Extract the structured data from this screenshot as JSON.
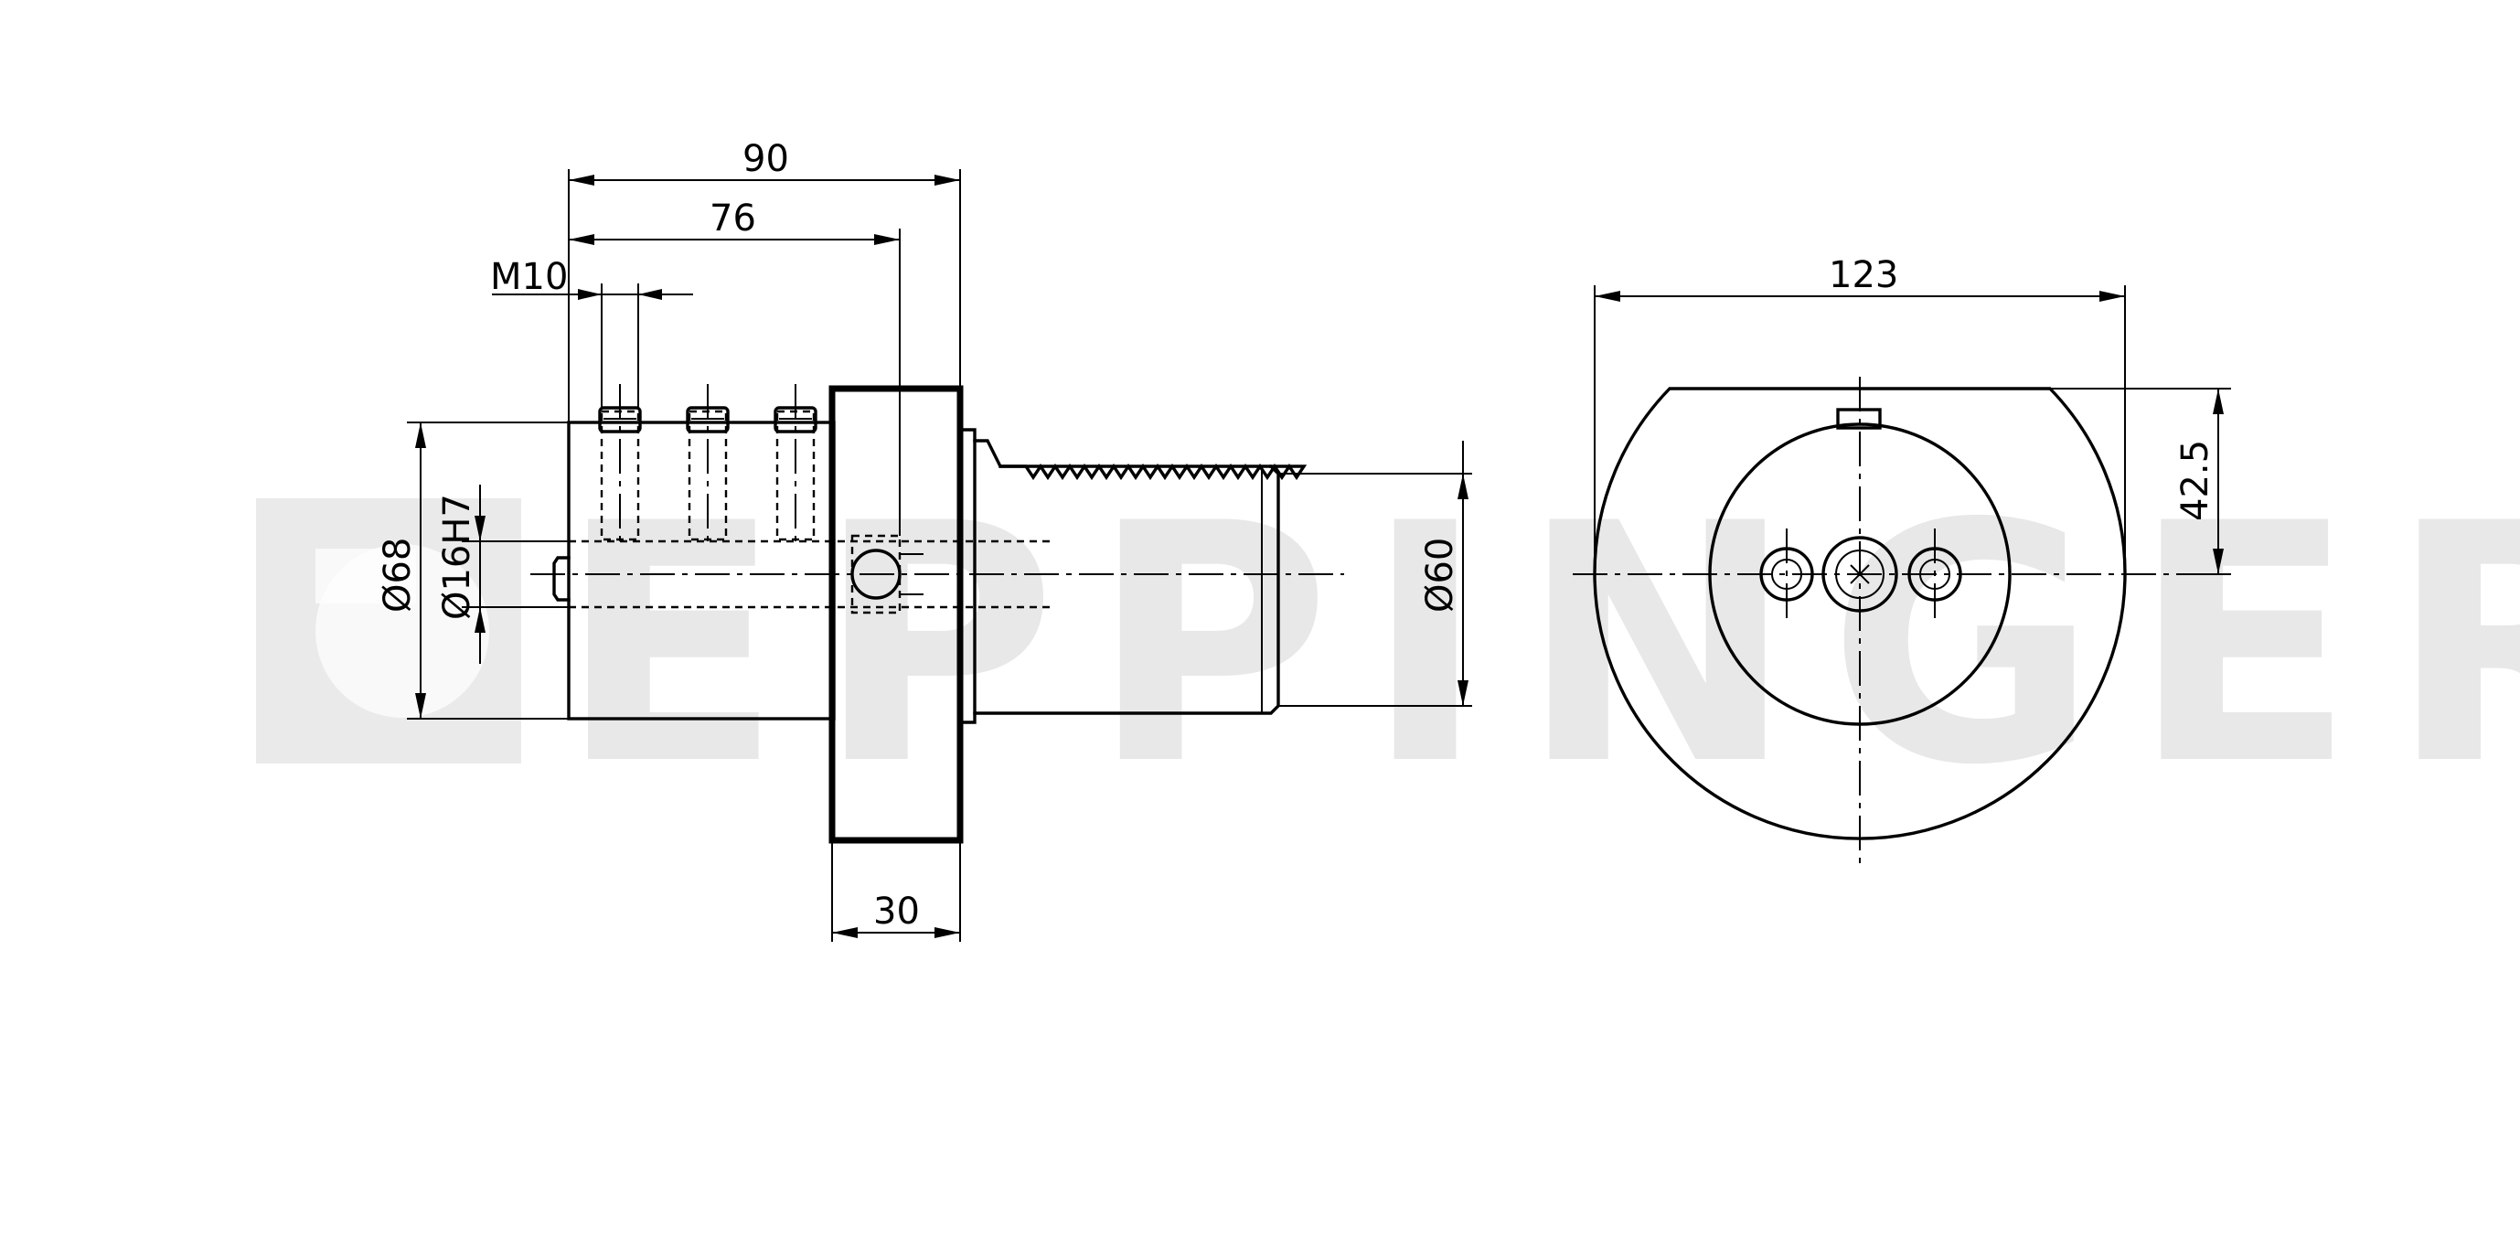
{
  "brand": {
    "watermark_text": "EPPINGER",
    "watermark_color": "#d9d9d9"
  },
  "dimensions": {
    "overall_length": "90",
    "length_76": "76",
    "thread": "M10",
    "flange_width": "30",
    "body_diameter": "Ø68",
    "bore_diameter": "Ø16H7",
    "shank_diameter": "Ø60",
    "flange_width_front": "123",
    "center_height": "42.5"
  },
  "colors": {
    "line": "#000000",
    "background": "#ffffff"
  }
}
